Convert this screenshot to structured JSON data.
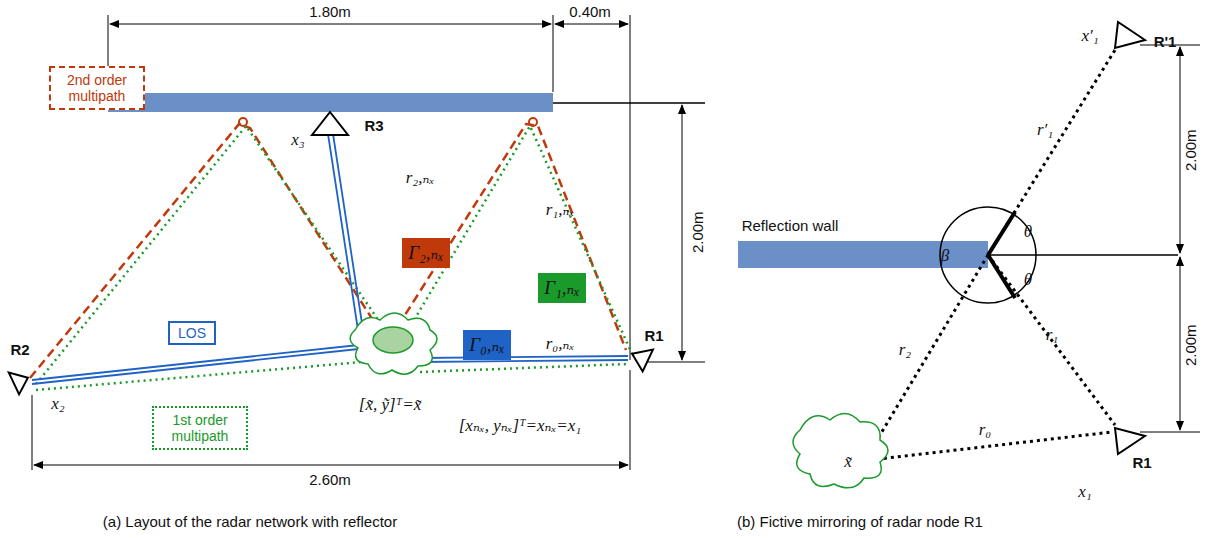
{
  "diagram": {
    "nodes": [
      {
        "text": [
          "2nd order multipath"
        ]
      },
      {
        "text": [
          "LOS"
        ]
      },
      {
        "text": [
          "1st order multipath"
        ]
      },
      {
        "text": [
          "Γ₂,ₙₓ"
        ]
      },
      {
        "text": [
          "Γ₁,ₙₓ"
        ]
      },
      {
        "text": [
          "Γ₀,ₙₓ"
        ]
      }
    ],
    "labels": [
      "1.80m",
      "0.40m",
      "2.00m",
      "R3",
      "x₃",
      "r₂,ₙₓ",
      "r₁,ₙₓ",
      "r₀,ₙₓ",
      "R2",
      "x₂",
      "[x̃, ỹ]ᵀ=x̃",
      "R1",
      "[xₙₓ, yₙₓ]ᵀ=xₙₓ=x₁",
      "2.60m",
      "(a) Layout of the radar network with reflector",
      "x′₁",
      "R'1",
      "2.00m",
      "2.00m",
      "r′₁",
      "Reflection wall",
      "β",
      "θ",
      "θ",
      "r₂",
      "r₁",
      "x̃",
      "r₀",
      "x₁",
      "R1",
      "(b) Fictive mirroring of radar node R1"
    ]
  }
}
